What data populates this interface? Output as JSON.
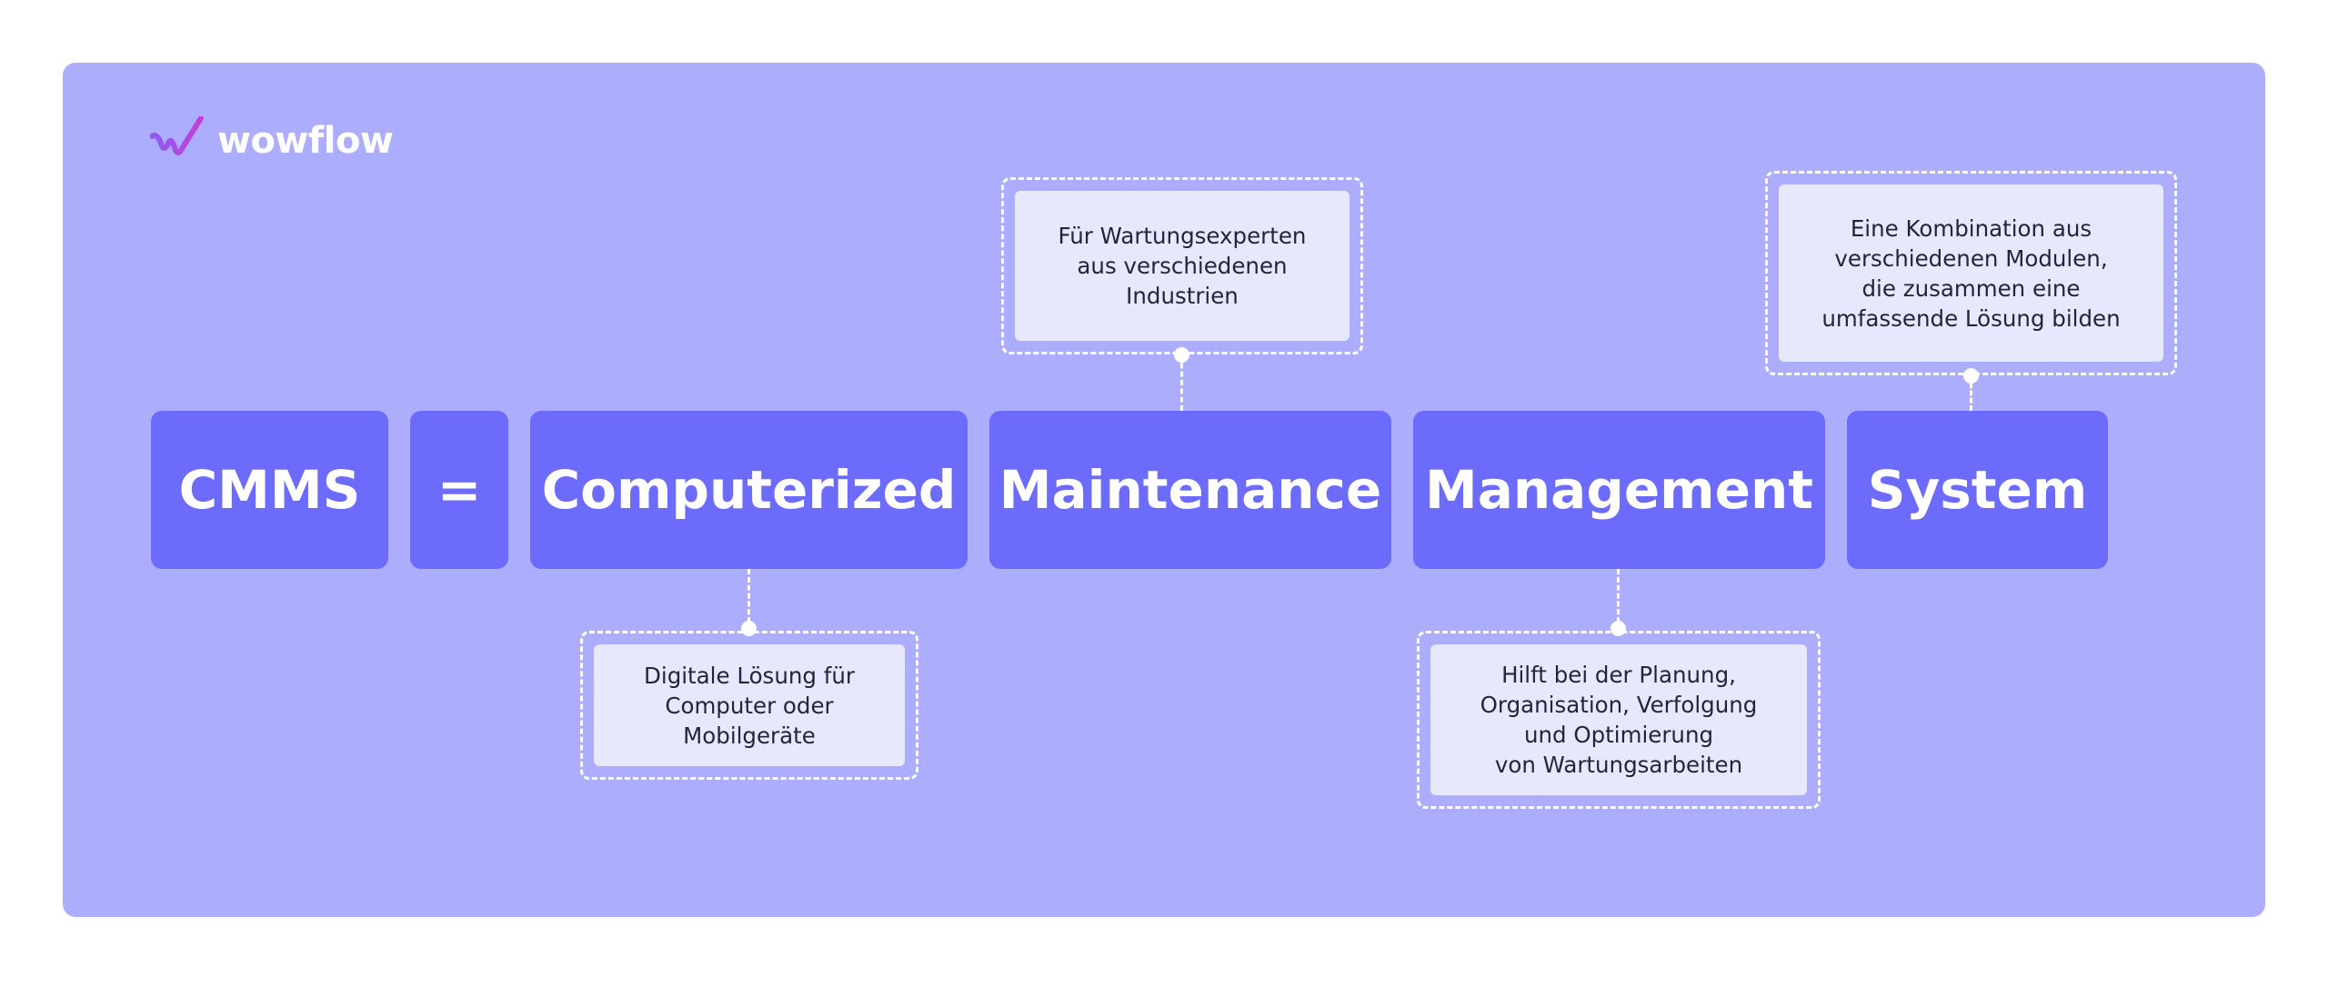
{
  "logo": {
    "icon": "wowflow-logo-icon",
    "text": "wowflow"
  },
  "terms": {
    "cmms": "CMMS",
    "equals": "=",
    "computerized": "Computerized",
    "maintenance": "Maintenance",
    "management": "Management",
    "system": "System"
  },
  "callouts": {
    "maintenance": "Für Wartungsexperten\naus verschiedenen\nIndustrien",
    "system": "Eine Kombination aus\nverschiedenen Modulen,\ndie zusammen eine\numfassende Lösung bilden",
    "computerized": "Digitale Lösung für\nComputer oder\nMobilgeräte",
    "management": "Hilft bei der Planung,\nOrganisation, Verfolgung\nund Optimierung\nvon Wartungsarbeiten"
  },
  "colors": {
    "panel": "#adadfd",
    "term_box": "#6c6bfc",
    "callout_card": "#e8e8fd",
    "text_dark": "#23243d",
    "white": "#ffffff"
  }
}
